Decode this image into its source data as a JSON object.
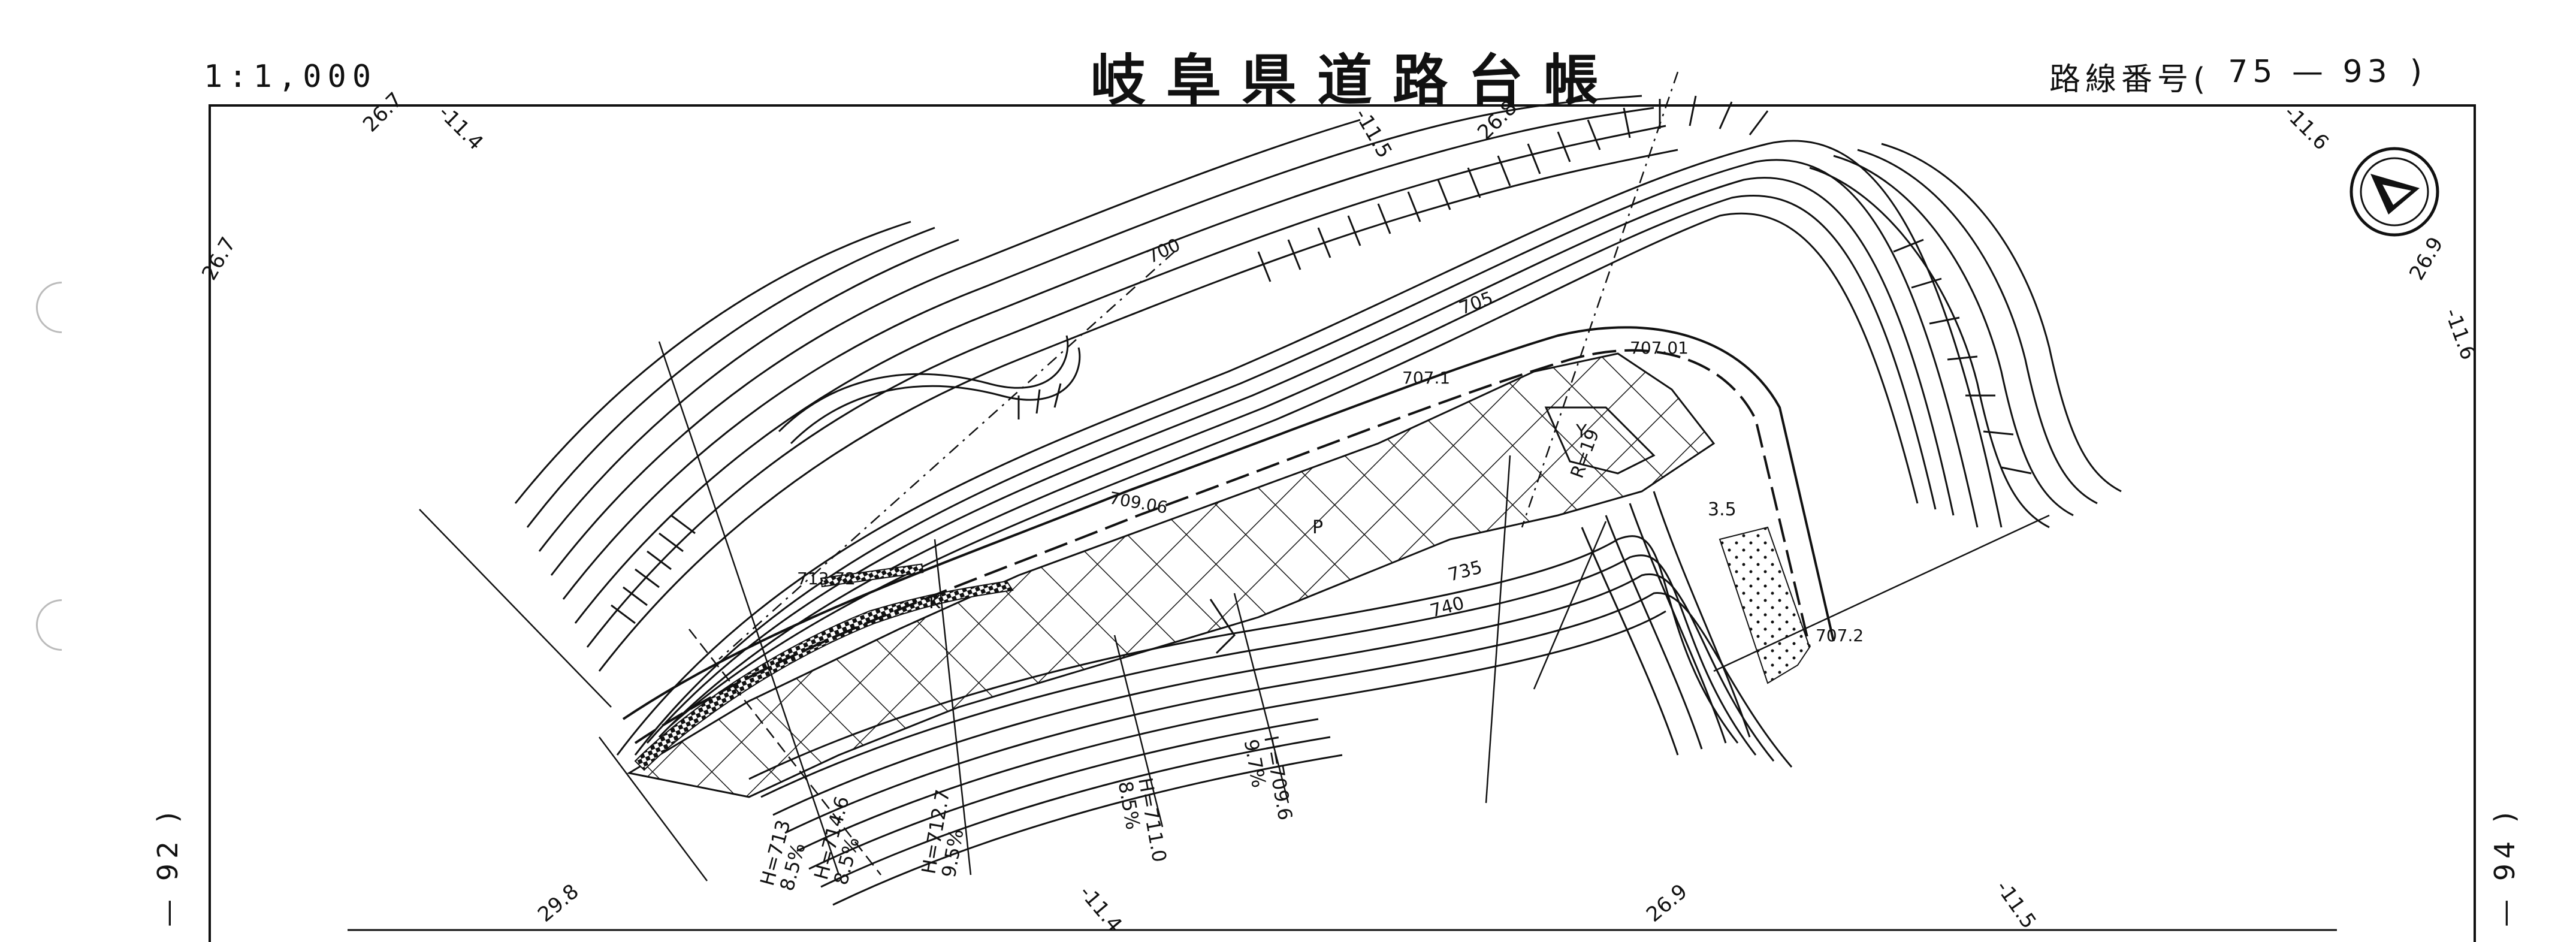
{
  "header": {
    "scale": "1:1,000",
    "title": "岐阜県道路台帳",
    "route_label": "路線番号(",
    "route_numbers": "75 — 93",
    "route_close": ")"
  },
  "side_labels": {
    "left": "— 92 )",
    "right": "— 94 )"
  },
  "compass": {
    "icon": "north-arrow-icon"
  },
  "grid_labels": [
    {
      "id": "g1",
      "text": "26.7"
    },
    {
      "id": "g2",
      "text": "-11.4"
    },
    {
      "id": "g3",
      "text": "26.7"
    },
    {
      "id": "g4",
      "text": "-11.5"
    },
    {
      "id": "g5",
      "text": "26.8"
    },
    {
      "id": "g6",
      "text": "-11.6"
    },
    {
      "id": "g7",
      "text": "26.9"
    },
    {
      "id": "g8",
      "text": "-11.6"
    },
    {
      "id": "g9",
      "text": "29.8"
    },
    {
      "id": "g10",
      "text": "-11.4"
    },
    {
      "id": "g11",
      "text": "26.9"
    },
    {
      "id": "g12",
      "text": "-11.5"
    }
  ],
  "contours": [
    "700",
    "705",
    "735",
    "740"
  ],
  "spot_heights": [
    "707.01",
    "707.1",
    "709.06",
    "713.72",
    "707.2"
  ],
  "map_labels": {
    "p": "P",
    "k": "K",
    "y": "Y",
    "r": "R=19",
    "w": "3.5"
  },
  "gradients": [
    {
      "h": "H=713",
      "pct": "8.5%"
    },
    {
      "h": "H=714.6",
      "pct": "8.5%"
    },
    {
      "h": "H=712.7",
      "pct": "9.5%"
    },
    {
      "h": "H=711.0",
      "pct": "8.5%"
    },
    {
      "h": "H=709.6",
      "pct": "9.7%"
    }
  ]
}
